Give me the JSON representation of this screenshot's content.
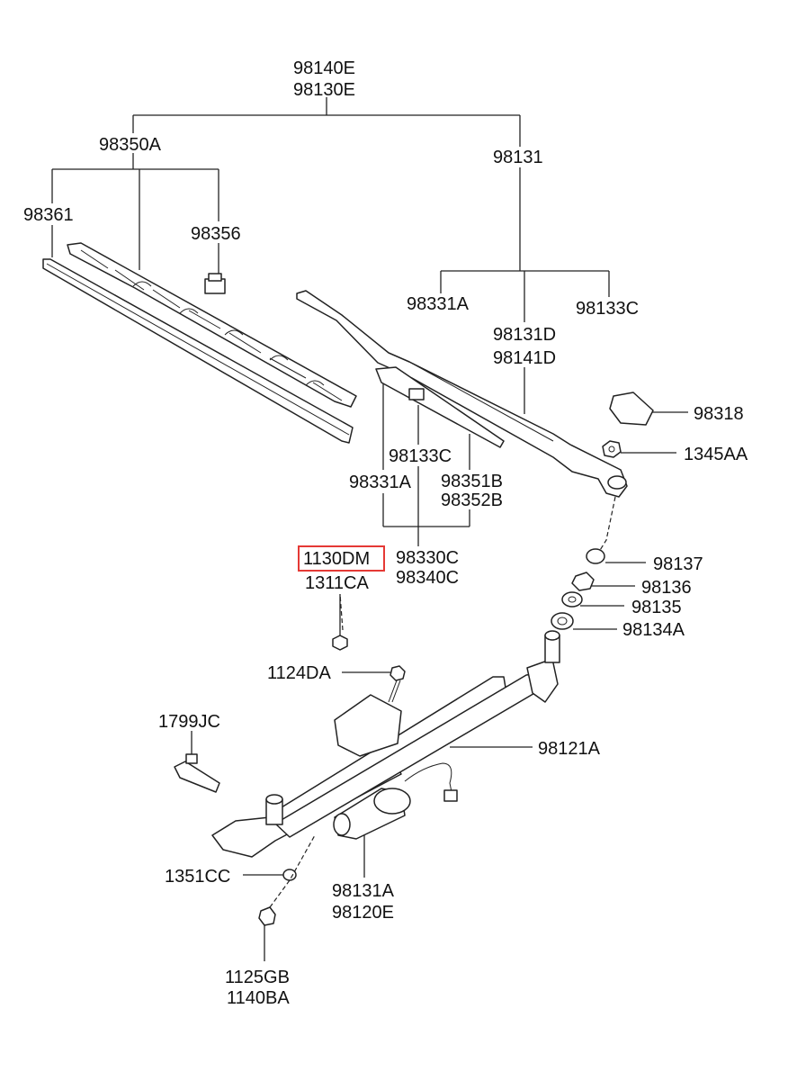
{
  "labels": {
    "top_assy_1": "98140E",
    "top_assy_2": "98130E",
    "blade_assy": "98350A",
    "blade_rubber": "98361",
    "blade_clip": "98356",
    "arm_assy": "98131",
    "arm_331a": "98331A",
    "arm_133c": "98133C",
    "arm_131d": "98131D",
    "arm_141d": "98141D",
    "cap": "98318",
    "nut_1345": "1345AA",
    "sub_133c": "98133C",
    "sub_331a": "98331A",
    "sub_351b": "98351B",
    "sub_352b": "98352B",
    "sub_330c": "98330C",
    "sub_340c": "98340C",
    "nut_1130": "1130DM",
    "nut_1311": "1311CA",
    "part_137": "98137",
    "part_136": "98136",
    "part_135": "98135",
    "part_134a": "98134A",
    "bolt_1124": "1124DA",
    "clip_1799": "1799JC",
    "linkage": "98121A",
    "washer_1351": "1351CC",
    "motor_1": "98131A",
    "motor_2": "98120E",
    "bolt_1125": "1125GB",
    "bolt_1140": "1140BA"
  },
  "highlight_color": "#e53935"
}
